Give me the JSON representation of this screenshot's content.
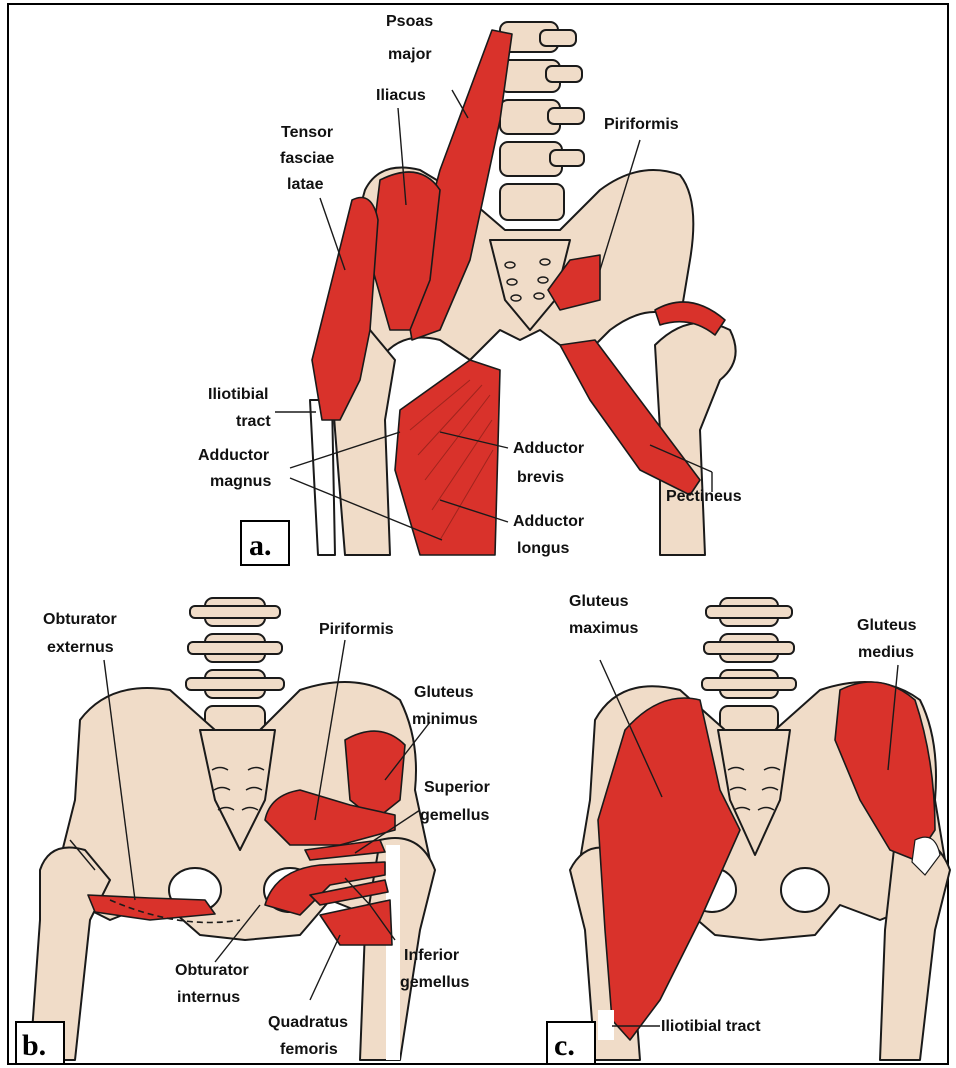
{
  "colors": {
    "bone": "#f0dcc8",
    "muscle": "#d9322b",
    "outline": "#1a1a1a",
    "frame": "#000000"
  },
  "panels": {
    "a": {
      "letter": "a.",
      "labels": {
        "psoas_major_1": "Psoas",
        "psoas_major_2": "major",
        "iliacus": "Iliacus",
        "tensor_1": "Tensor",
        "tensor_2": "fasciae",
        "tensor_3": "latae",
        "piriformis": "Piriformis",
        "iliotibial_1": "Iliotibial",
        "iliotibial_2": "tract",
        "add_magnus_1": "Adductor",
        "add_magnus_2": "magnus",
        "add_brevis_1": "Adductor",
        "add_brevis_2": "brevis",
        "add_longus_1": "Adductor",
        "add_longus_2": "longus",
        "pectineus": "Pectineus"
      }
    },
    "b": {
      "letter": "b.",
      "labels": {
        "obt_ext_1": "Obturator",
        "obt_ext_2": "externus",
        "piriformis": "Piriformis",
        "glut_min_1": "Gluteus",
        "glut_min_2": "minimus",
        "sup_gem_1": "Superior",
        "sup_gem_2": "gemellus",
        "obt_int_1": "Obturator",
        "obt_int_2": "internus",
        "inf_gem_1": "Inferior",
        "inf_gem_2": "gemellus",
        "quad_1": "Quadratus",
        "quad_2": "femoris"
      }
    },
    "c": {
      "letter": "c.",
      "labels": {
        "glut_max_1": "Gluteus",
        "glut_max_2": "maximus",
        "glut_med_1": "Gluteus",
        "glut_med_2": "medius",
        "iliotibial": "Iliotibial tract"
      }
    }
  }
}
